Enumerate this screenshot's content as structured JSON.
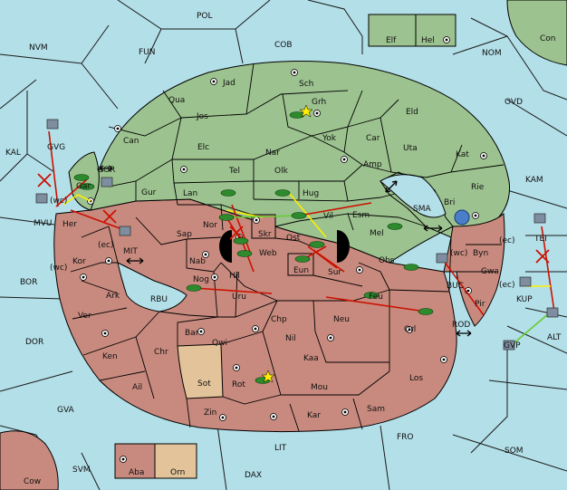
{
  "colors": {
    "sea": "#b3dfe8",
    "power_green": "#9cc28f",
    "power_red": "#c88a7e",
    "neutral_tan": "#e3c49a",
    "order_move": "#cc1100",
    "order_support": "#ffee00",
    "order_convoy": "#66cc33",
    "army_green": "#2d8a2d"
  },
  "sea_labels": {
    "pol": "POL",
    "fun": "FUN",
    "cob": "COB",
    "nvm": "NVM",
    "nom": "NOM",
    "con": "Con",
    "ovd": "OVD",
    "kal": "KAL",
    "gvg": "GVG",
    "gor": "GOR",
    "mvu": "MVU",
    "kam": "KAM",
    "sma": "SMA",
    "mit": "MIT",
    "bor": "BOR",
    "rbu": "RBU",
    "dor": "DOR",
    "buc": "BUC",
    "tei": "TEI",
    "kup": "KUP",
    "alt": "ALT",
    "rod": "ROD",
    "gvp": "GVP",
    "gva": "GVA",
    "fro": "FRO",
    "som": "SOM",
    "lit": "LIT",
    "svm": "SVM",
    "dax": "DAX",
    "cow": "Cow",
    "elf": "Elf",
    "hel": "Hel",
    "aba": "Aba",
    "orn": "Orn"
  },
  "land_labels": {
    "jad": "Jad",
    "sch": "Sch",
    "qua": "Qua",
    "grh": "Grh",
    "jos": "Jos",
    "can": "Can",
    "eld": "Eld",
    "elc": "Elc",
    "nar": "Nar",
    "yok": "Yok",
    "car": "Car",
    "uta": "Uta",
    "kat": "Kat",
    "tel": "Tel",
    "olk": "Olk",
    "amp": "Amp",
    "gar": "Gar",
    "gur": "Gur",
    "lan": "Lan",
    "hug": "Hug",
    "rie": "Rie",
    "bri": "Bri",
    "esm": "Esm",
    "vil": "Vil",
    "nor": "Nor",
    "skr": "Skr",
    "sap": "Sap",
    "ost": "Ost",
    "mel": "Mel",
    "her": "Her",
    "web": "Web",
    "byn": "Byn",
    "kor": "Kor",
    "nab": "Nab",
    "eun": "Eun",
    "sur": "Sur",
    "obs": "Obs",
    "hil": "Hil",
    "gwa": "Gwa",
    "nog": "Nog",
    "ark": "Ark",
    "uru": "Uru",
    "feu": "Feu",
    "pir": "Pir",
    "ver": "Ver",
    "chp": "Chp",
    "neu": "Neu",
    "orl": "Orl",
    "bar": "Bar",
    "qwi": "Qwi",
    "nil": "Nil",
    "ken": "Ken",
    "chr": "Chr",
    "kaa": "Kaa",
    "los": "Los",
    "sot": "Sot",
    "rot": "Rot",
    "ail": "Ail",
    "mou": "Mou",
    "zin": "Zin",
    "kar": "Kar",
    "sam": "Sam"
  },
  "coast_labels": {
    "wc_mvu": "(wc)",
    "ec_mit": "(ec)",
    "wc_bor": "(wc)",
    "wc_buc": "(wc)",
    "ec_tei": "(ec)",
    "ec_kup": "(ec)"
  }
}
